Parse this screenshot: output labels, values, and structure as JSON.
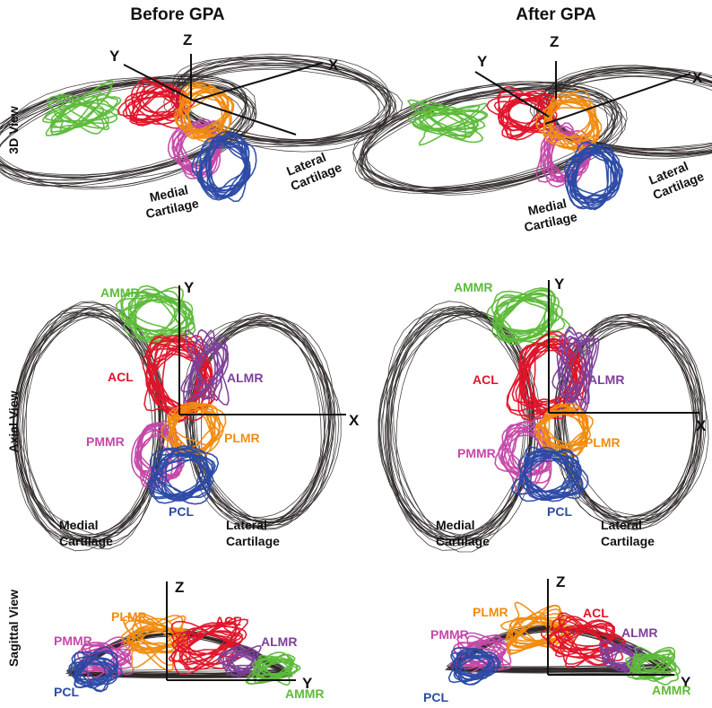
{
  "columns": [
    "Before GPA",
    "After GPA"
  ],
  "rows": [
    "3D View",
    "Axial View",
    "Sagittal View"
  ],
  "axes": {
    "x": "X",
    "y": "Y",
    "z": "Z"
  },
  "cartilage": {
    "medial": [
      "Medial",
      "Cartilage"
    ],
    "lateral": [
      "Lateral",
      "Cartilage"
    ]
  },
  "structures": {
    "AMMR": {
      "label": "AMMR",
      "color": "#5dbb3a"
    },
    "ACL": {
      "label": "ACL",
      "color": "#e0142a"
    },
    "ALMR": {
      "label": "ALMR",
      "color": "#7d3f98"
    },
    "PMMR": {
      "label": "PMMR",
      "color": "#c548a8"
    },
    "PLMR": {
      "label": "PLMR",
      "color": "#f08c10"
    },
    "PCL": {
      "label": "PCL",
      "color": "#2c4aa5"
    }
  },
  "outline_color": "#2a2523"
}
